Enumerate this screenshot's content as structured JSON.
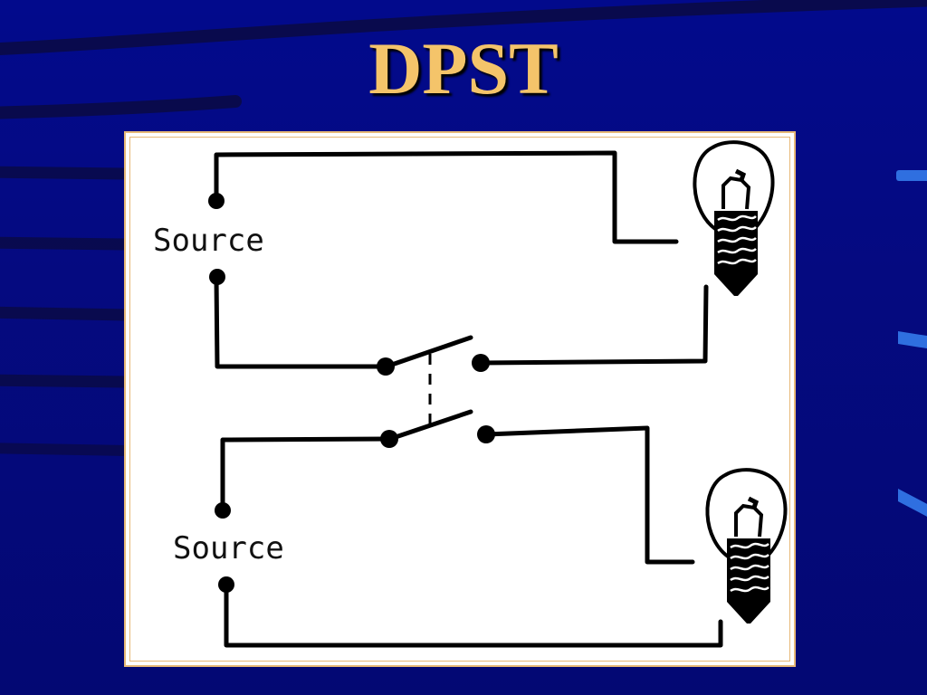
{
  "slide": {
    "title": "DPST"
  },
  "diagram": {
    "source_label_top": "Source",
    "source_label_bottom": "Source",
    "icons": [
      "lamp-icon",
      "lamp-icon",
      "switch-icon"
    ]
  },
  "colors": {
    "background": "#04088a",
    "title": "#f4c46a",
    "frame_border": "#e7b977",
    "wire": "#000000"
  }
}
